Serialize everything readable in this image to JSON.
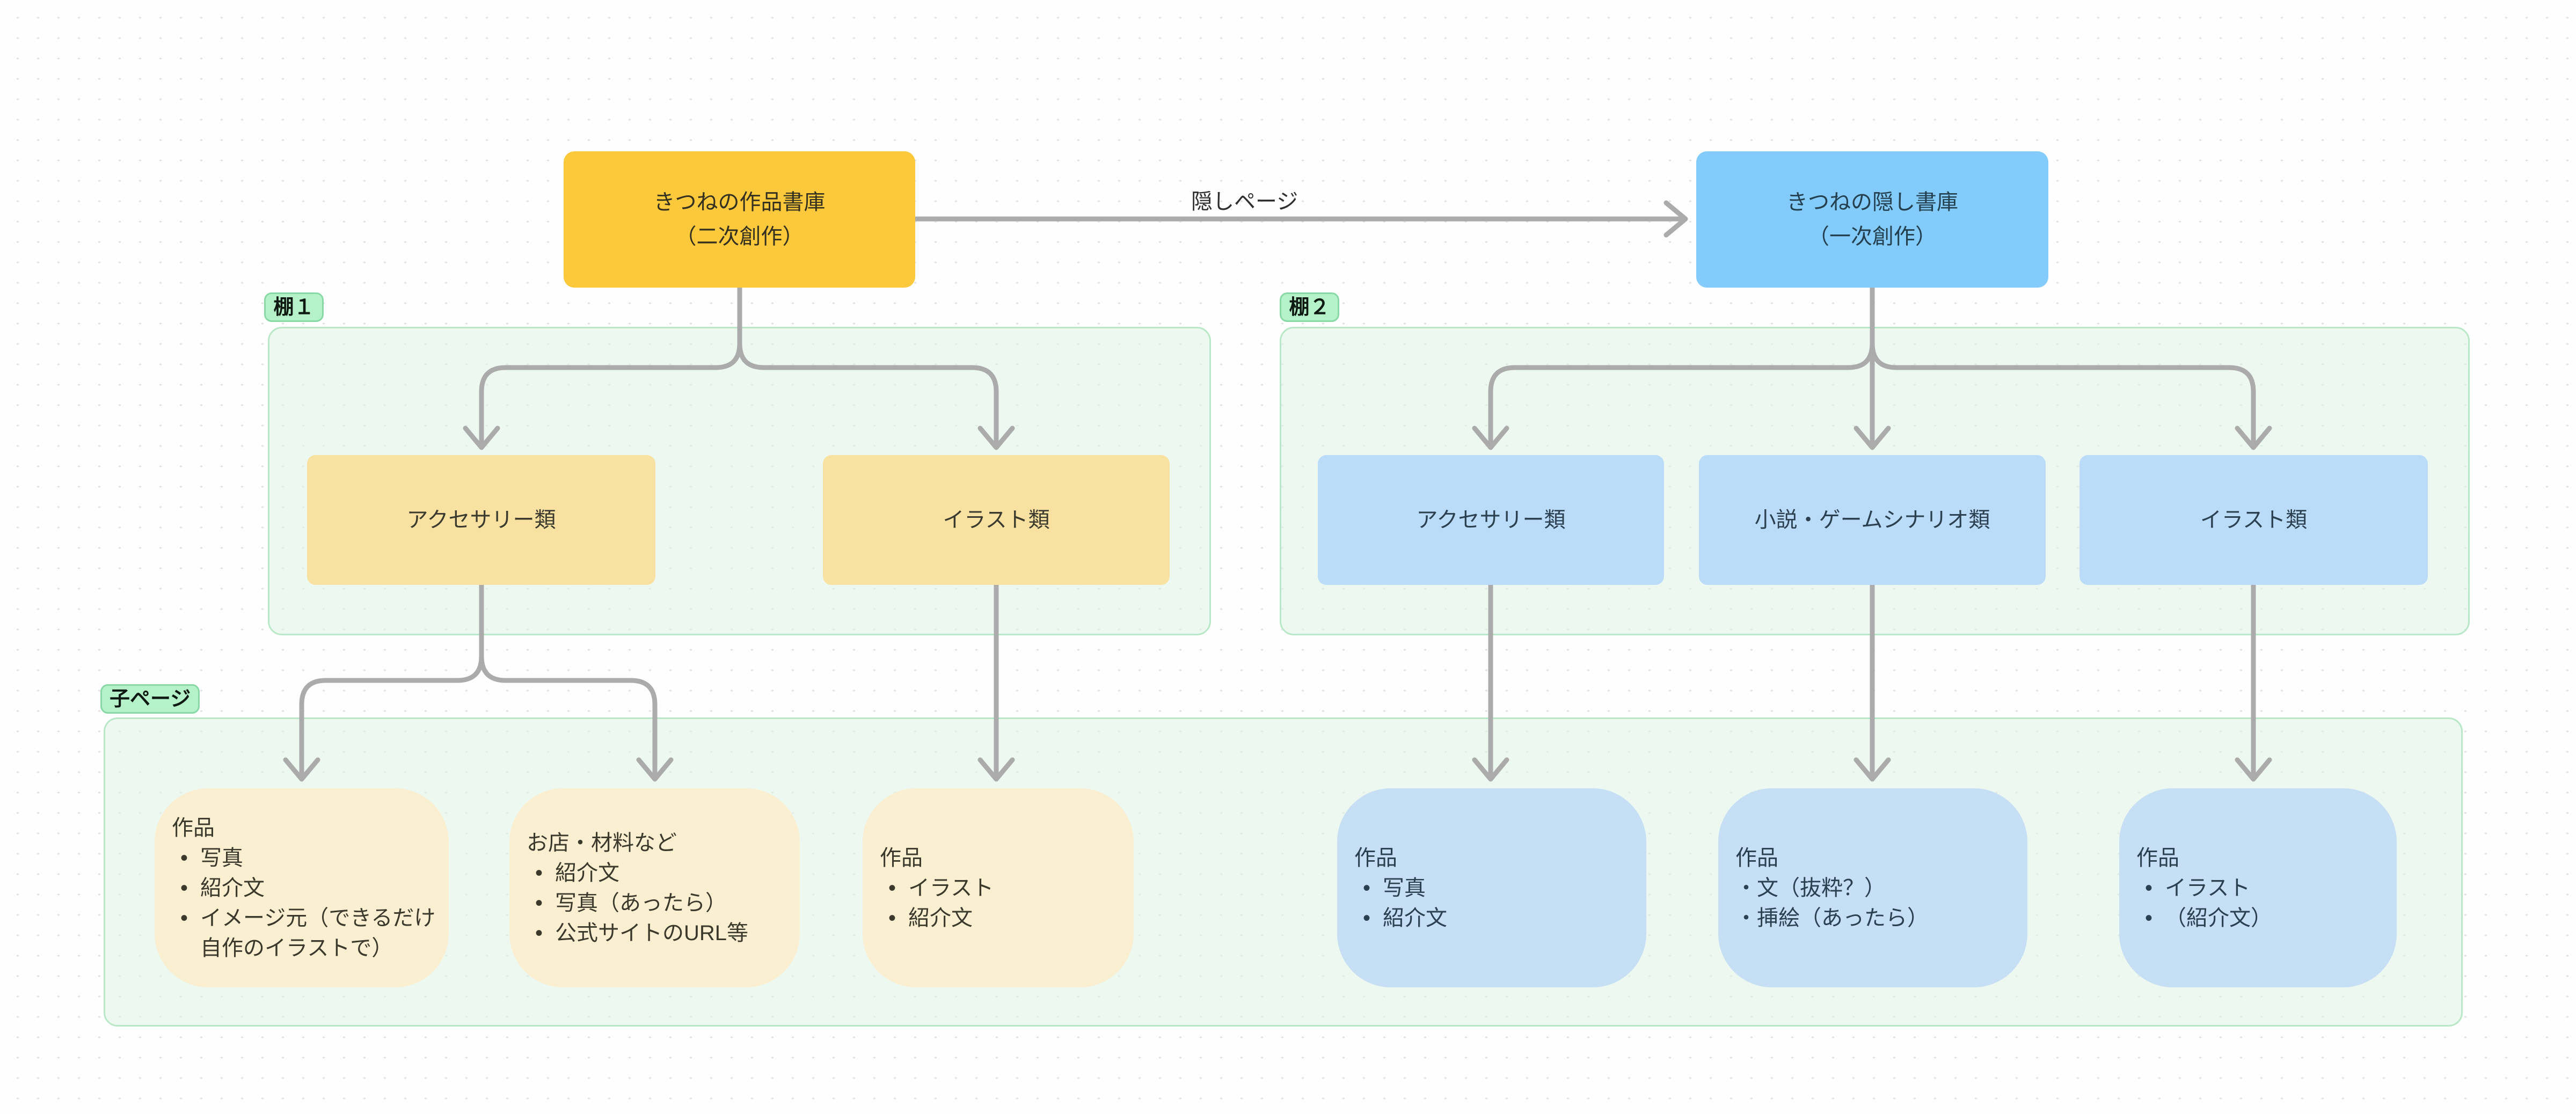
{
  "canvas": {
    "dot_color": "#E2E2E2",
    "background": "#FDFEFD"
  },
  "colors": {
    "root_left_fill": "#FCC93C",
    "root_right_fill": "#83CBFA",
    "shelf1_box_fill": "#F9E2A1",
    "shelf2_box_fill": "#BBDCF8",
    "card_cream_fill": "#FBEFD2",
    "card_blue_fill": "#C6DFF5",
    "badge_fill": "#B5F1C9",
    "badge_border": "#89D9A7",
    "frame_border": "#B9E8C8",
    "connector": "#ABABAB"
  },
  "roots": {
    "left": {
      "line1": "きつねの作品書庫",
      "line2": "（二次創作）"
    },
    "right": {
      "line1": "きつねの隠し書庫",
      "line2": "（一次創作）"
    }
  },
  "edge": {
    "label": "隠しページ"
  },
  "shelf1": {
    "badge": "棚１",
    "boxes": [
      {
        "label": "アクセサリー類"
      },
      {
        "label": "イラスト類"
      }
    ]
  },
  "shelf2": {
    "badge": "棚２",
    "boxes": [
      {
        "label": "アクセサリー類"
      },
      {
        "label": "小説・ゲームシナリオ類"
      },
      {
        "label": "イラスト類"
      }
    ]
  },
  "child_pages": {
    "badge": "子ページ",
    "cards": [
      {
        "title": "作品",
        "marker": "•",
        "items": [
          "写真",
          "紹介文",
          "イメージ元（できるだけ自作のイラストで）"
        ]
      },
      {
        "title": "お店・材料など",
        "marker": "•",
        "items": [
          "紹介文",
          "写真（あったら）",
          "公式サイトのURL等"
        ]
      },
      {
        "title": "作品",
        "marker": "•",
        "items": [
          "イラスト",
          "紹介文"
        ]
      },
      {
        "title": "作品",
        "marker": "•",
        "items": [
          "写真",
          "紹介文"
        ]
      },
      {
        "title": "作品",
        "marker": "・",
        "items": [
          "文（抜粋？）",
          "挿絵（あったら）"
        ]
      },
      {
        "title": "作品",
        "marker": "•",
        "items": [
          "イラスト",
          "（紹介文）"
        ]
      }
    ]
  }
}
